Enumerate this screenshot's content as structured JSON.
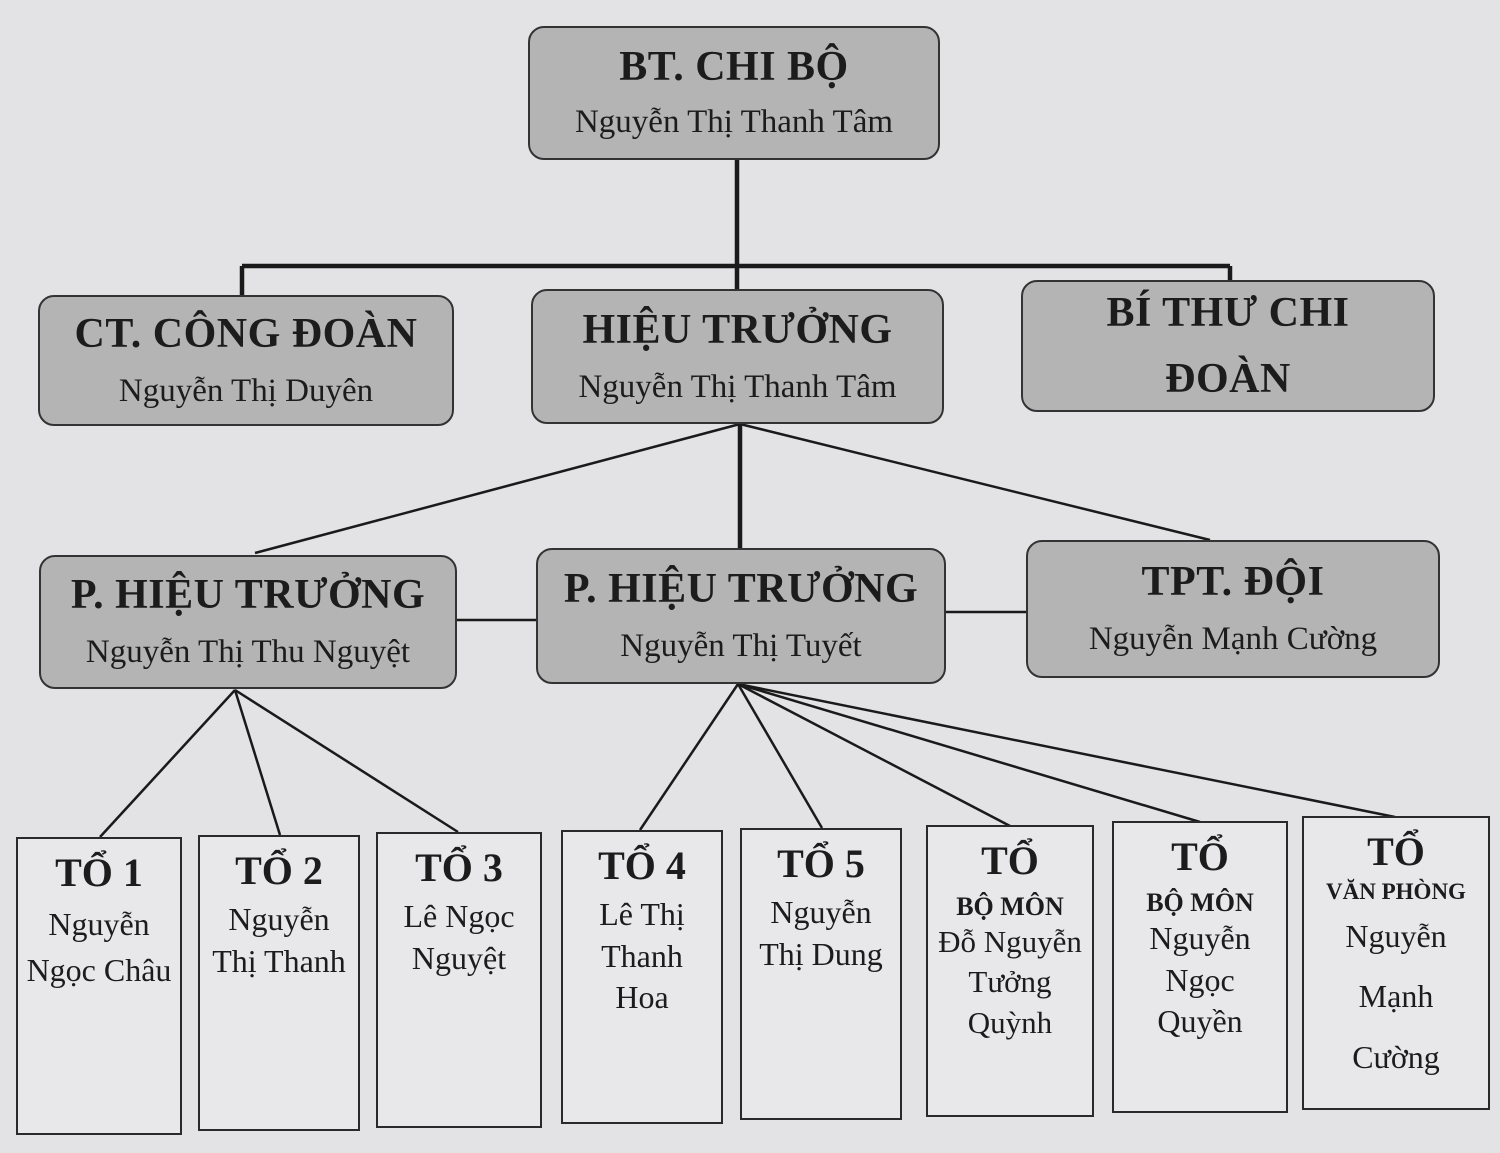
{
  "top": {
    "title": "BT. CHI BỘ",
    "name": "Nguyễn Thị Thanh Tâm"
  },
  "second_row": {
    "union": {
      "title": "CT. CÔNG ĐOÀN",
      "name": "Nguyễn Thị Duyên"
    },
    "principal": {
      "title": "HIỆU TRƯỞNG",
      "name": "Nguyễn Thị Thanh Tâm"
    },
    "youth": {
      "title_line1": "BÍ THƯ CHI",
      "title_line2": "ĐOÀN"
    }
  },
  "third_row": {
    "vice1": {
      "title": "P. HIỆU TRƯỞNG",
      "name": "Nguyễn Thị Thu Nguyệt"
    },
    "vice2": {
      "title": "P. HIỆU TRƯỞNG",
      "name": "Nguyễn Thị Tuyết"
    },
    "pioneer": {
      "title": "TPT. ĐỘI",
      "name": "Nguyễn Mạnh Cường"
    }
  },
  "groups": [
    {
      "title": "TỔ 1",
      "sub": "",
      "name": "Nguyễn Ngọc Châu"
    },
    {
      "title": "TỔ 2",
      "sub": "",
      "name": "Nguyễn Thị Thanh"
    },
    {
      "title": "TỔ 3",
      "sub": "",
      "name": "Lê Ngọc Nguyệt"
    },
    {
      "title": "TỔ 4",
      "sub": "",
      "name": "Lê Thị Thanh Hoa"
    },
    {
      "title": "TỔ 5",
      "sub": "",
      "name": "Nguyễn Thị Dung"
    },
    {
      "title": "TỔ",
      "sub": "BỘ MÔN",
      "name": "Đỗ Nguyễn Tưởng Quỳnh"
    },
    {
      "title": "TỔ",
      "sub": "BỘ MÔN",
      "name": "Nguyễn Ngọc Quyền"
    },
    {
      "title": "TỔ",
      "sub": "VĂN PHÒNG",
      "name": "Nguyễn Mạnh Cường"
    }
  ]
}
